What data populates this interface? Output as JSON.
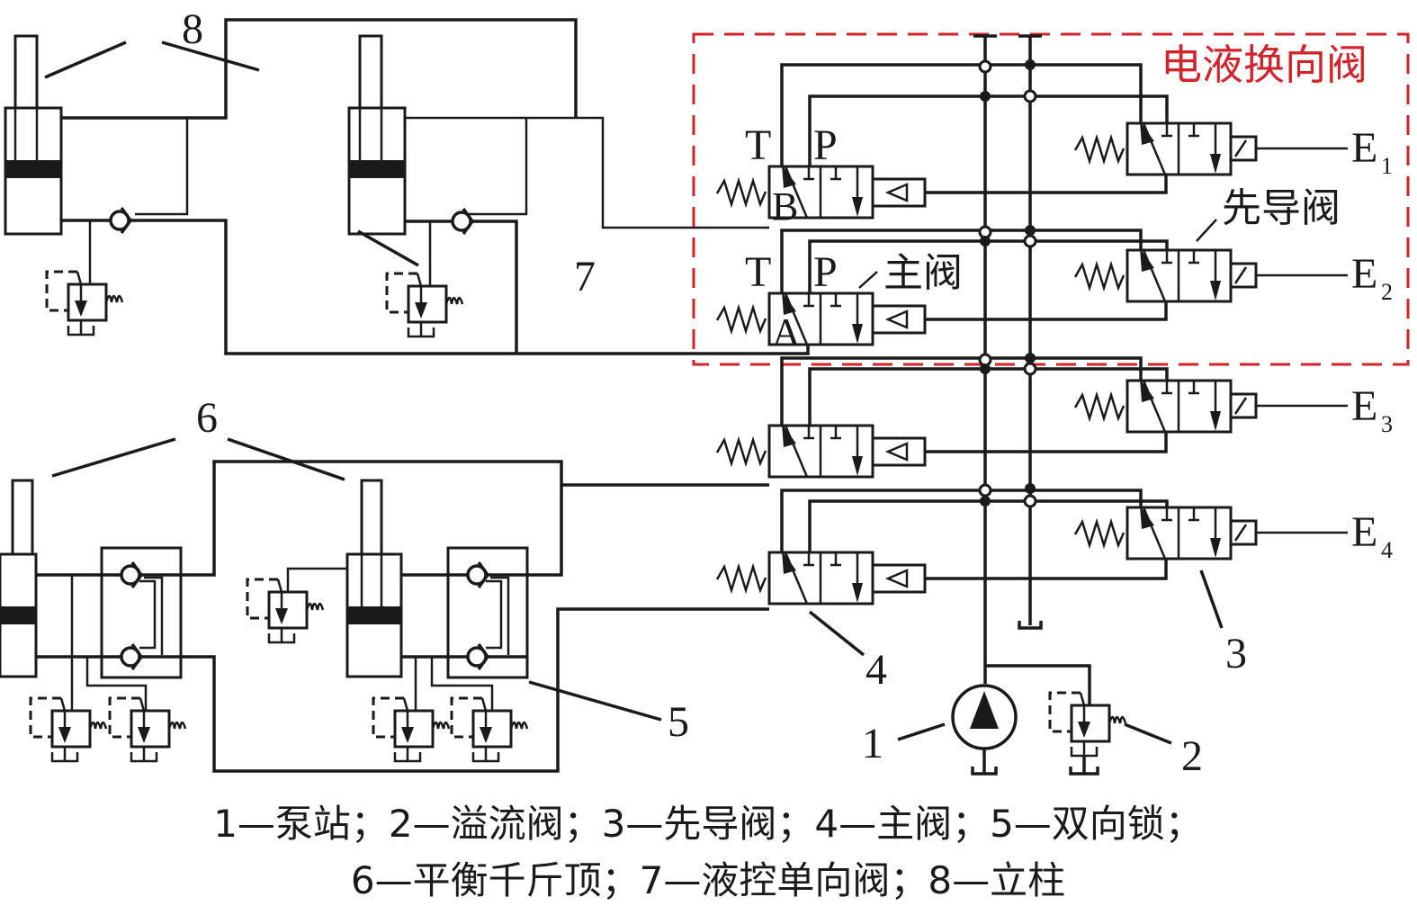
{
  "diagram": {
    "title_box_label": "电液换向阀",
    "callouts": {
      "pump": "1",
      "relief_valve": "2",
      "pilot_valve": "3",
      "main_valve": "4",
      "double_lock": "5",
      "balance_jack": "6",
      "check_valve": "7",
      "column": "8"
    },
    "ports": {
      "T": "T",
      "P": "P",
      "A": "A",
      "B": "B"
    },
    "inline_labels": {
      "main_valve": "主阀",
      "pilot_valve": "先导阀"
    },
    "solenoids": [
      {
        "name": "E",
        "sub": "1"
      },
      {
        "name": "E",
        "sub": "2"
      },
      {
        "name": "E",
        "sub": "3"
      },
      {
        "name": "E",
        "sub": "4"
      }
    ],
    "caption": {
      "line1": "1—泵站；2—溢流阀；3—先导阀；4—主阀；5—双向锁；",
      "line2": "6—平衡千斤顶；7—液控单向阀；8—立柱"
    },
    "legend": [
      {
        "id": "1",
        "label": "泵站"
      },
      {
        "id": "2",
        "label": "溢流阀"
      },
      {
        "id": "3",
        "label": "先导阀"
      },
      {
        "id": "4",
        "label": "主阀"
      },
      {
        "id": "5",
        "label": "双向锁"
      },
      {
        "id": "6",
        "label": "平衡千斤顶"
      },
      {
        "id": "7",
        "label": "液控单向阀"
      },
      {
        "id": "8",
        "label": "立柱"
      }
    ],
    "colors": {
      "line": "#1a1a1a",
      "highlight_box": "#d2232a"
    }
  }
}
